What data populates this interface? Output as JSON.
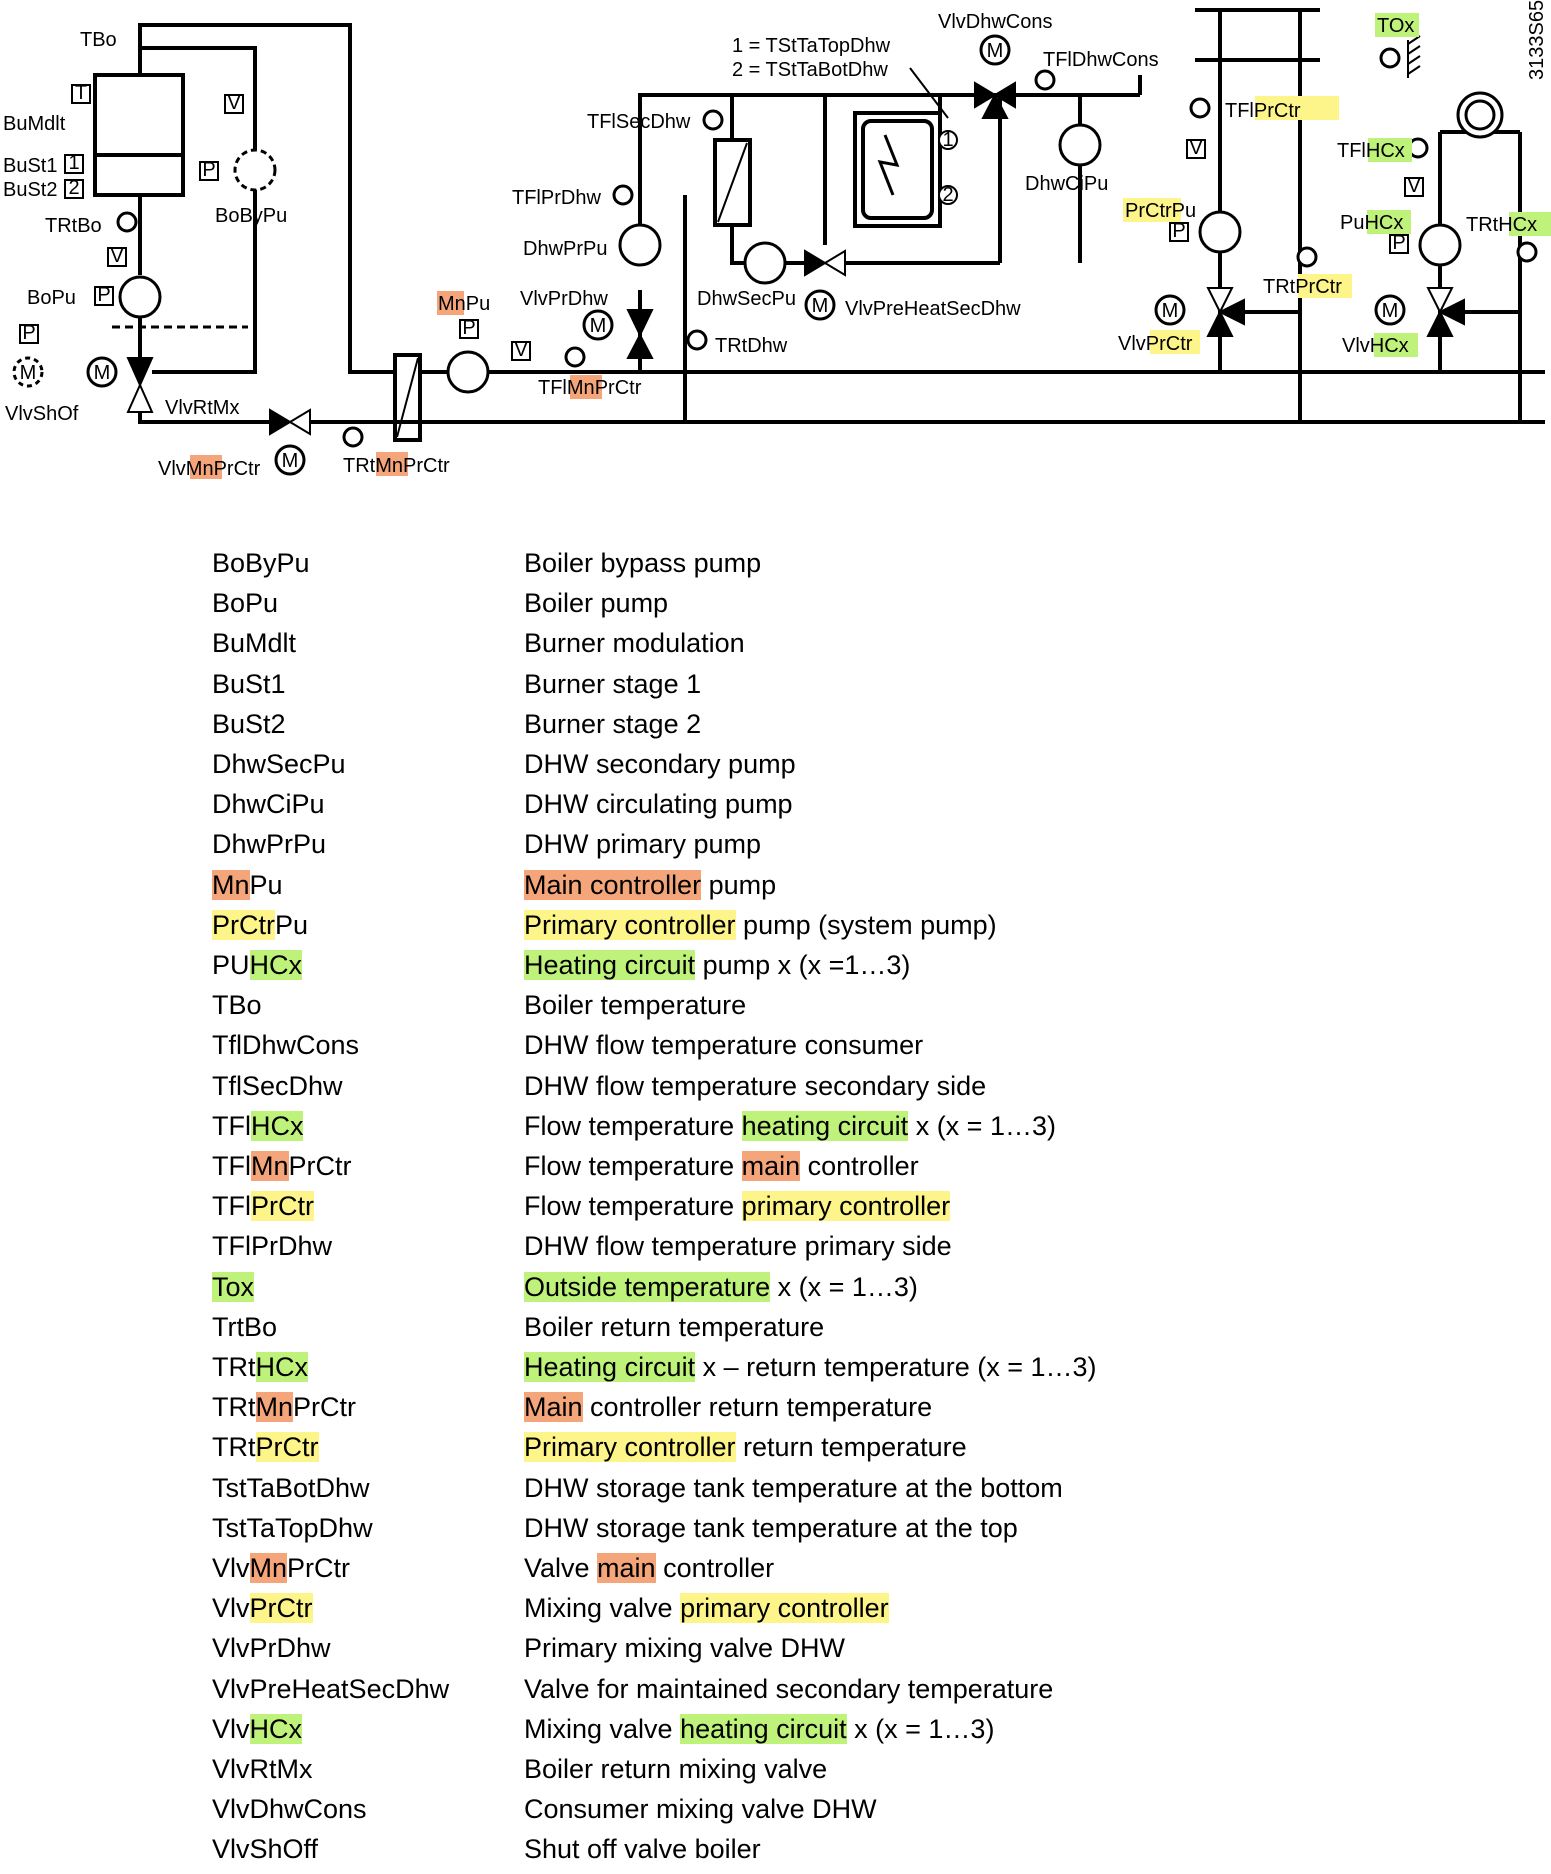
{
  "diagram": {
    "code": "3133S65",
    "tank_note_1": "1 = TStTaTopDhw",
    "tank_note_2": "2 = TStTaBotDhw",
    "labels": {
      "TBo": "TBo",
      "BuMdlt": "BuMdlt",
      "BuSt1": "BuSt1",
      "BuSt2": "BuSt2",
      "TRtBo": "TRtBo",
      "BoPu": "BoPu",
      "BoByPu": "BoByPu",
      "VlvShOf": "VlvShOf",
      "VlvRtMx": "VlvRtMx",
      "VlvMnPrCtr": [
        "Vlv",
        "Mn",
        "PrCtr"
      ],
      "TRtMnPrCtr": [
        "TRt",
        "Mn",
        "PrCtr"
      ],
      "MnPu": [
        "Mn",
        "Pu"
      ],
      "TFlMnPrCtr": [
        "TFl",
        "Mn",
        "PrCtr"
      ],
      "TFlSecDhw": "TFlSecDhw",
      "TFlPrDhw": "TFlPrDhw",
      "DhwPrPu": "DhwPrPu",
      "VlvPrDhw": "VlvPrDhw",
      "DhwSecPu": "DhwSecPu",
      "VlvPreHeatSecDhw": "VlvPreHeatSecDhw",
      "TRtDhw": "TRtDhw",
      "VlvDhwCons": "VlvDhwCons",
      "TFlDhwCons": "TFlDhwCons",
      "DhwCiPu": "DhwCiPu",
      "TFlPrCtr": [
        "TFl",
        "PrCtr"
      ],
      "PrCtrPu": [
        "PrCtr",
        "Pu"
      ],
      "TRtPrCtr": [
        "TRt",
        "PrCtr"
      ],
      "VlvPrCtr": [
        "Vlv",
        "PrCtr"
      ],
      "TOx": "TOx",
      "TFlHCx": [
        "TFl",
        "HCx"
      ],
      "PuHCx": [
        "Pu",
        "HCx"
      ],
      "TRtHCx": [
        "TRt",
        "HCx"
      ],
      "VlvHCx": [
        "Vlv",
        "HCx"
      ]
    },
    "glyphs": {
      "motor": "M",
      "volume": "V",
      "temp": "T",
      "pump_ctrl": "P",
      "one": "1",
      "two": "2",
      "stage1": "1",
      "stage2": "2"
    }
  },
  "legend": [
    {
      "abbr": [
        {
          "t": "BoByPu"
        }
      ],
      "desc": [
        {
          "t": "Boiler bypass pump"
        }
      ]
    },
    {
      "abbr": [
        {
          "t": "BoPu"
        }
      ],
      "desc": [
        {
          "t": "Boiler pump"
        }
      ]
    },
    {
      "abbr": [
        {
          "t": "BuMdlt"
        }
      ],
      "desc": [
        {
          "t": "Burner modulation"
        }
      ]
    },
    {
      "abbr": [
        {
          "t": "BuSt1"
        }
      ],
      "desc": [
        {
          "t": "Burner stage 1"
        }
      ]
    },
    {
      "abbr": [
        {
          "t": "BuSt2"
        }
      ],
      "desc": [
        {
          "t": "Burner stage 2"
        }
      ]
    },
    {
      "abbr": [
        {
          "t": "DhwSecPu"
        }
      ],
      "desc": [
        {
          "t": "DHW secondary pump"
        }
      ]
    },
    {
      "abbr": [
        {
          "t": "DhwCiPu"
        }
      ],
      "desc": [
        {
          "t": "DHW circulating pump"
        }
      ]
    },
    {
      "abbr": [
        {
          "t": "DhwPrPu"
        }
      ],
      "desc": [
        {
          "t": "DHW primary pump"
        }
      ]
    },
    {
      "abbr": [
        {
          "t": "Mn",
          "h": "orange"
        },
        {
          "t": "Pu"
        }
      ],
      "desc": [
        {
          "t": "Main controller",
          "h": "orange"
        },
        {
          "t": " pump"
        }
      ]
    },
    {
      "abbr": [
        {
          "t": "PrCtr",
          "h": "yellow"
        },
        {
          "t": "Pu"
        }
      ],
      "desc": [
        {
          "t": "Primary controller",
          "h": "yellow"
        },
        {
          "t": " pump (system pump)"
        }
      ]
    },
    {
      "abbr": [
        {
          "t": "PU"
        },
        {
          "t": "HCx",
          "h": "green"
        }
      ],
      "desc": [
        {
          "t": "Heating circuit",
          "h": "green"
        },
        {
          "t": " pump x (x =1…3)"
        }
      ]
    },
    {
      "abbr": [
        {
          "t": "TBo"
        }
      ],
      "desc": [
        {
          "t": "Boiler temperature"
        }
      ]
    },
    {
      "abbr": [
        {
          "t": "TflDhwCons"
        }
      ],
      "desc": [
        {
          "t": "DHW flow temperature consumer"
        }
      ]
    },
    {
      "abbr": [
        {
          "t": "TflSecDhw"
        }
      ],
      "desc": [
        {
          "t": "DHW flow temperature secondary side"
        }
      ]
    },
    {
      "abbr": [
        {
          "t": "TFl"
        },
        {
          "t": "HCx",
          "h": "green"
        }
      ],
      "desc": [
        {
          "t": "Flow temperature "
        },
        {
          "t": "heating circuit",
          "h": "green"
        },
        {
          "t": " x (x = 1…3)"
        }
      ]
    },
    {
      "abbr": [
        {
          "t": "TFl"
        },
        {
          "t": "Mn",
          "h": "orange"
        },
        {
          "t": "PrCtr"
        }
      ],
      "desc": [
        {
          "t": "Flow temperature "
        },
        {
          "t": "main",
          "h": "orange"
        },
        {
          "t": " controller"
        }
      ]
    },
    {
      "abbr": [
        {
          "t": "TFl"
        },
        {
          "t": "PrCtr",
          "h": "yellow"
        }
      ],
      "desc": [
        {
          "t": "Flow temperature "
        },
        {
          "t": "primary controller",
          "h": "yellow"
        }
      ]
    },
    {
      "abbr": [
        {
          "t": "TFlPrDhw"
        }
      ],
      "desc": [
        {
          "t": "DHW flow temperature primary side"
        }
      ]
    },
    {
      "abbr": [
        {
          "t": "Tox",
          "h": "green"
        }
      ],
      "desc": [
        {
          "t": "Outside temperature",
          "h": "green"
        },
        {
          "t": " x (x = 1…3)"
        }
      ]
    },
    {
      "abbr": [
        {
          "t": "TrtBo"
        }
      ],
      "desc": [
        {
          "t": "Boiler return temperature"
        }
      ]
    },
    {
      "abbr": [
        {
          "t": "TRt"
        },
        {
          "t": "HCx",
          "h": "green"
        }
      ],
      "desc": [
        {
          "t": "Heating circuit",
          "h": "green"
        },
        {
          "t": " x – return temperature (x = 1…3)"
        }
      ]
    },
    {
      "abbr": [
        {
          "t": "TRt"
        },
        {
          "t": "Mn",
          "h": "orange"
        },
        {
          "t": "PrCtr"
        }
      ],
      "desc": [
        {
          "t": "Main",
          "h": "orange"
        },
        {
          "t": " controller return temperature"
        }
      ]
    },
    {
      "abbr": [
        {
          "t": "TRt"
        },
        {
          "t": "PrCtr",
          "h": "yellow"
        }
      ],
      "desc": [
        {
          "t": "Primary controller",
          "h": "yellow"
        },
        {
          "t": " return temperature"
        }
      ]
    },
    {
      "abbr": [
        {
          "t": "TstTaBotDhw"
        }
      ],
      "desc": [
        {
          "t": "DHW storage tank temperature at the bottom"
        }
      ]
    },
    {
      "abbr": [
        {
          "t": "TstTaTopDhw"
        }
      ],
      "desc": [
        {
          "t": "DHW storage tank temperature at the top"
        }
      ]
    },
    {
      "abbr": [
        {
          "t": "Vlv"
        },
        {
          "t": "Mn",
          "h": "orange"
        },
        {
          "t": "PrCtr"
        }
      ],
      "desc": [
        {
          "t": "Valve "
        },
        {
          "t": "main",
          "h": "orange"
        },
        {
          "t": " controller"
        }
      ]
    },
    {
      "abbr": [
        {
          "t": "Vlv"
        },
        {
          "t": "PrCtr",
          "h": "yellow"
        }
      ],
      "desc": [
        {
          "t": "Mixing valve "
        },
        {
          "t": "primary controller",
          "h": "yellow"
        }
      ]
    },
    {
      "abbr": [
        {
          "t": "VlvPrDhw"
        }
      ],
      "desc": [
        {
          "t": "Primary mixing valve DHW"
        }
      ]
    },
    {
      "abbr": [
        {
          "t": "VlvPreHeatSecDhw"
        }
      ],
      "desc": [
        {
          "t": "Valve for maintained secondary temperature"
        }
      ]
    },
    {
      "abbr": [
        {
          "t": "Vlv"
        },
        {
          "t": "HCx",
          "h": "green"
        }
      ],
      "desc": [
        {
          "t": "Mixing valve "
        },
        {
          "t": "heating circuit",
          "h": "green"
        },
        {
          "t": " x (x = 1…3)"
        }
      ]
    },
    {
      "abbr": [
        {
          "t": "VlvRtMx"
        }
      ],
      "desc": [
        {
          "t": "Boiler return mixing valve"
        }
      ]
    },
    {
      "abbr": [
        {
          "t": "VlvDhwCons"
        }
      ],
      "desc": [
        {
          "t": "Consumer mixing valve DHW"
        }
      ]
    },
    {
      "abbr": [
        {
          "t": "VlvShOff"
        }
      ],
      "desc": [
        {
          "t": "Shut off valve boiler"
        }
      ]
    }
  ],
  "colors": {
    "orange": "#f4a57a",
    "yellow": "#fdf48a",
    "green": "#bff27a"
  }
}
